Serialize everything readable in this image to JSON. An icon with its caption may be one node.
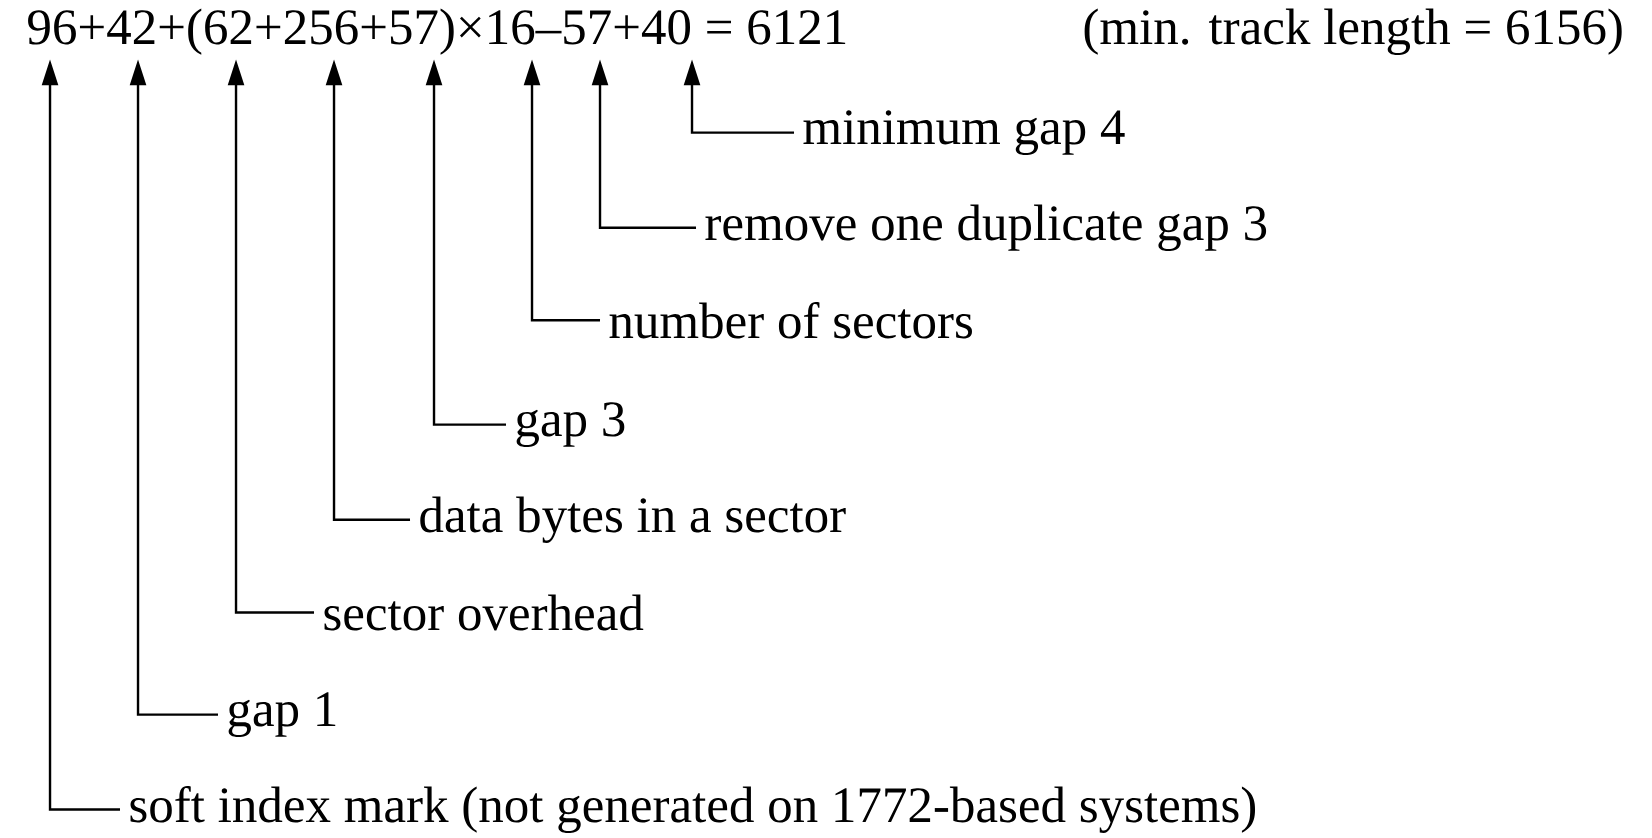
{
  "diagram": {
    "nodes": [
      {
        "text": [
          "96+42+(62+256+57)×16–57+40 = 6121"
        ]
      },
      {
        "text": [
          "minimum gap 4"
        ]
      },
      {
        "text": [
          "remove one duplicate gap 3"
        ]
      },
      {
        "text": [
          "number of sectors"
        ]
      },
      {
        "text": [
          "gap 3"
        ]
      },
      {
        "text": [
          "data bytes in a sector"
        ]
      },
      {
        "text": [
          "sector overhead"
        ]
      },
      {
        "text": [
          "gap 1"
        ]
      },
      {
        "text": [
          "soft index mark (not generated on 1772-based systems)"
        ]
      }
    ],
    "edges": [
      {
        "from": 1,
        "to": 0,
        "arrow": "to"
      },
      {
        "from": 2,
        "to": 0,
        "arrow": "to"
      },
      {
        "from": 3,
        "to": 0,
        "arrow": "to"
      },
      {
        "from": 4,
        "to": 0,
        "arrow": "to"
      },
      {
        "from": 5,
        "to": 0,
        "arrow": "to"
      },
      {
        "from": 6,
        "to": 0,
        "arrow": "to"
      },
      {
        "from": 7,
        "to": 0,
        "arrow": "to"
      },
      {
        "from": 8,
        "to": 0,
        "arrow": "to"
      }
    ],
    "labels": [
      "(min. track length = 6156)"
    ]
  }
}
